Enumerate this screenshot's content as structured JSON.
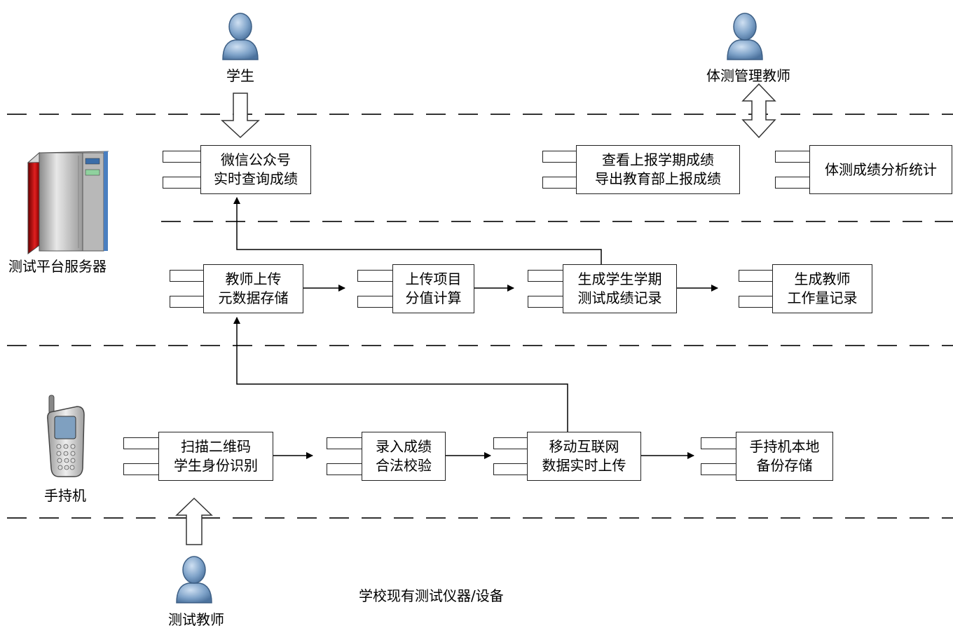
{
  "actors": {
    "student": "学生",
    "pe_admin_teacher": "体测管理教师",
    "test_teacher": "测试教师"
  },
  "devices": {
    "server": "测试平台服务器",
    "handheld": "手持机"
  },
  "footer_label": "学校现有测试仪器/设备",
  "components": {
    "wechat": {
      "line1": "微信公众号",
      "line2": "实时查询成绩"
    },
    "view_report": {
      "line1": "查看上报学期成绩",
      "line2": "导出教育部上报成绩"
    },
    "analysis": {
      "line1": "体测成绩分析统计"
    },
    "teacher_upload": {
      "line1": "教师上传",
      "line2": "元数据存储"
    },
    "score_calc": {
      "line1": "上传项目",
      "line2": "分值计算"
    },
    "student_record": {
      "line1": "生成学生学期",
      "line2": "测试成绩记录"
    },
    "teacher_workload": {
      "line1": "生成教师",
      "line2": "工作量记录"
    },
    "scan_qr": {
      "line1": "扫描二维码",
      "line2": "学生身份识别"
    },
    "enter_score": {
      "line1": "录入成绩",
      "line2": "合法校验"
    },
    "mobile_upload": {
      "line1": "移动互联网",
      "line2": "数据实时上传"
    },
    "local_backup": {
      "line1": "手持机本地",
      "line2": "备份存储"
    }
  }
}
